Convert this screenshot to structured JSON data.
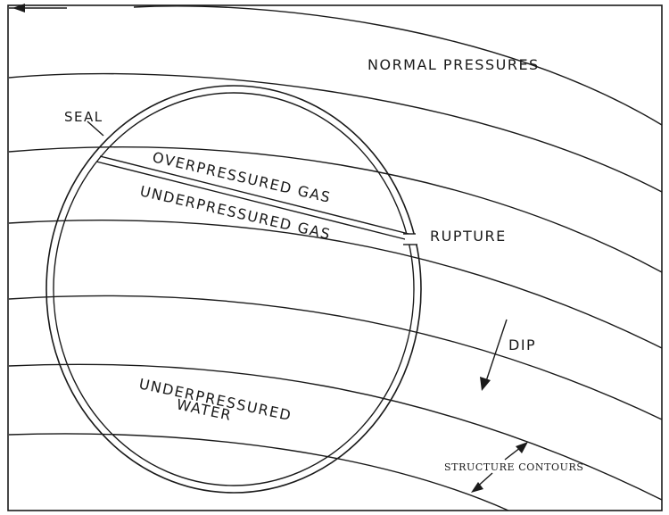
{
  "labels": {
    "normal_pressures": "NORMAL PRESSURES",
    "seal": "SEAL",
    "overpressured_gas": "OVERPRESSURED GAS",
    "underpressured_gas": "UNDERPRESSURED GAS",
    "rupture": "RUPTURE",
    "dip": "DIP",
    "underpressured_water_line1": "UNDERPRESSURED",
    "underpressured_water_line2": "WATER",
    "structure_contours": "STRUCTURE CONTOURS"
  },
  "colors": {
    "ink": "#1a1a1a",
    "paper": "#ffffff"
  }
}
